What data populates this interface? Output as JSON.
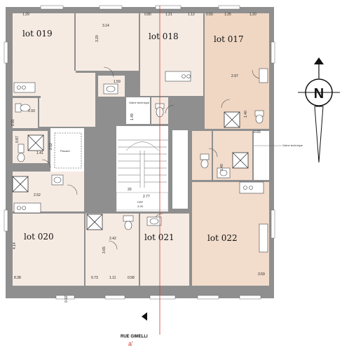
{
  "lots": {
    "l019": "lot 019",
    "l018": "lot 018",
    "l017": "lot 017",
    "l020": "lot 020",
    "l021": "lot 021",
    "l022": "lot 022"
  },
  "dims": {
    "d1": "1.29",
    "d2": "3.14",
    "d3": "0.80",
    "d4": "1.21",
    "d5": "1.12",
    "d6": "0.50",
    "d7": "1.25",
    "d8": "1.20",
    "d9": "3.20",
    "d10": "2.97",
    "d11": "1.59",
    "d12": "1.93",
    "d13": "2.91",
    "d14": "1.49",
    "d15": "1.40",
    "d16": "0.65",
    "d17": "0.87",
    "d18": "1.41",
    "d19": "2.12",
    "d20": "1.40",
    "d21": "2.52",
    "d22": "2.77",
    "d23": "20",
    "d24": "2.42",
    "d25": "3.65",
    "d26": "4.14",
    "d27": "0.73",
    "d28": "1.11",
    "d29": "0.58",
    "d30": "8.38",
    "d31": "3.59",
    "d32": "0.92"
  },
  "annotations": {
    "gaine1": "Gaine technique",
    "gaine2": "Gaine technique",
    "placard": "Placard",
    "hsp": "HSP",
    "hsp_val": "3.26"
  },
  "compass": {
    "letter": "N"
  },
  "street": {
    "name": "RUE GIMELLI",
    "marker": "a'"
  },
  "colors": {
    "wall": "#8f8f8f",
    "room_light": "#f6ebe3",
    "room_lot017": "#efd7c4",
    "room_lot022": "#f2dccb",
    "stair": "#ffffff",
    "redline": "#d23a2a"
  }
}
